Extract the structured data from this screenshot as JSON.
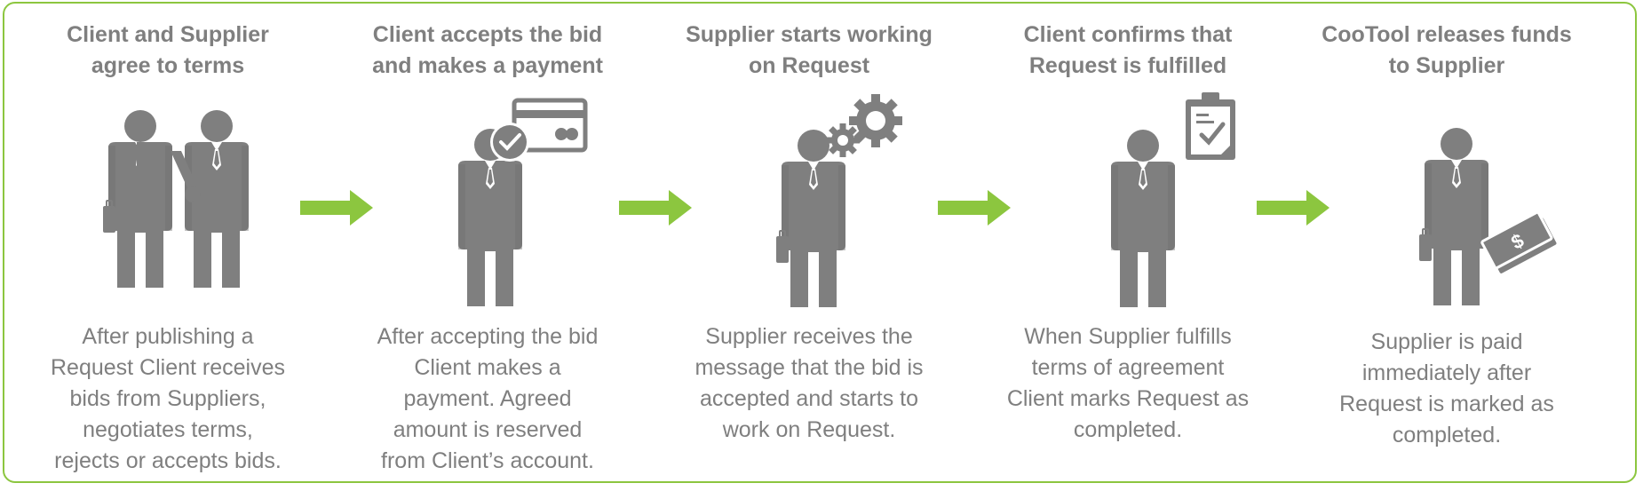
{
  "steps": [
    {
      "title": "Client and Supplier\nagree to terms",
      "description": "After publishing a\nRequest Client receives\nbids from Suppliers,\nnegotiates terms,\nrejects or accepts bids.",
      "icon": "handshake-icon"
    },
    {
      "title": "Client accepts the bid\nand makes a payment",
      "description": "After accepting the bid\nClient makes a\npayment. Agreed\namount is reserved\nfrom Client’s account.",
      "icon": "credit-card-payment-icon"
    },
    {
      "title": "Supplier starts working\non Request",
      "description": "Supplier receives the\nmessage that the bid is\naccepted and starts to\nwork on Request.",
      "icon": "gears-icon"
    },
    {
      "title": "Client confirms that\nRequest is fulfilled",
      "description": "When Supplier fulfills\nterms of agreement\nClient marks Request as\ncompleted.",
      "icon": "clipboard-check-icon"
    },
    {
      "title": "CooTool releases funds\nto  Supplier",
      "description": "Supplier is paid\nimmediately after\nRequest is marked as\ncompleted.",
      "icon": "money-icon"
    }
  ],
  "colors": {
    "border": "#8cc63f",
    "arrow": "#8cc63f",
    "icon": "#7f7f7f",
    "text": "#7f7f7f"
  }
}
